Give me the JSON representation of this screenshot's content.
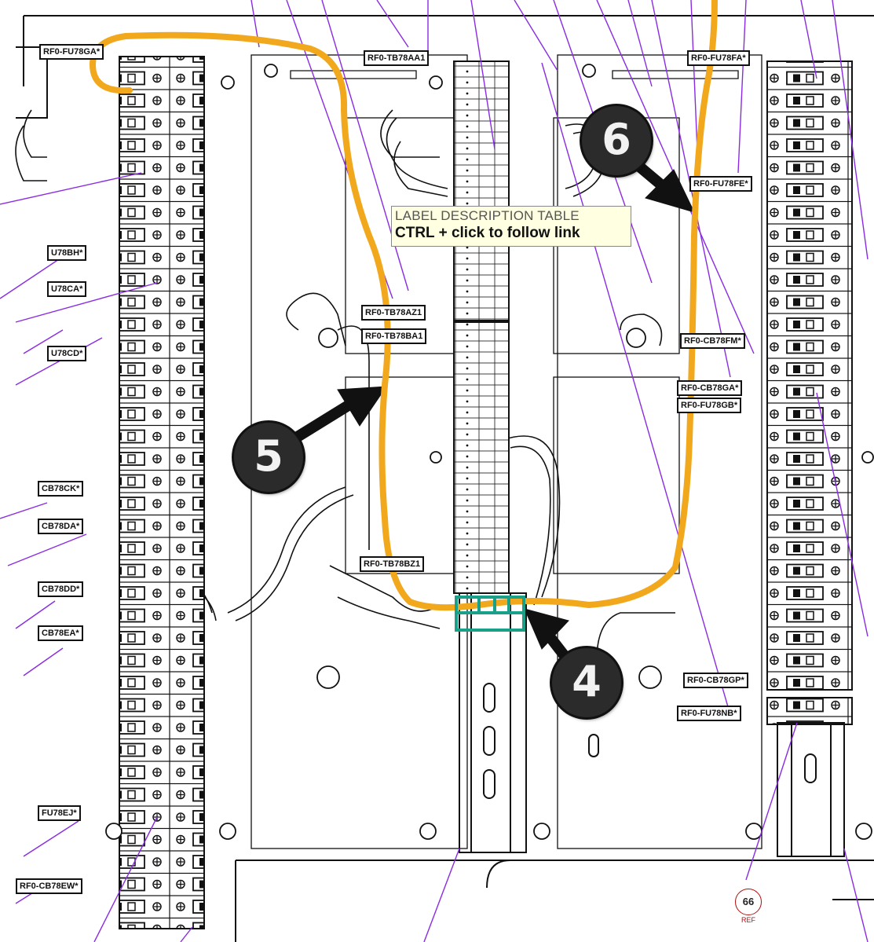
{
  "tooltip": {
    "title": "LABEL DESCRIPTION TABLE",
    "hint": "CTRL + click to follow link"
  },
  "callouts": {
    "c4": "4",
    "c5": "5",
    "c6": "6"
  },
  "reference": {
    "number": "66",
    "label": "REF"
  },
  "labels": {
    "l01": "RF0-FU78GA*",
    "l02": "RF0-TB78AA1",
    "l03": "RF0-FU78FA*",
    "l04": "RF0-FU78FE*",
    "l05": "U78BH*",
    "l06": "U78CA*",
    "l07": "U78CD*",
    "l08": "RF0-TB78AZ1",
    "l09": "RF0-TB78BA1",
    "l10": "RF0-CB78FM*",
    "l11": "RF0-CB78GA*",
    "l12": "RF0-FU78GB*",
    "l13": "CB78CK*",
    "l14": "CB78DA*",
    "l15": "CB78DD*",
    "l16": "CB78EA*",
    "l17": "RF0-TB78BZ1",
    "l18": "RF0-CB78GP*",
    "l19": "RF0-FU78NB*",
    "l20": "FU78EJ*",
    "l21": "RF0-CB78EW*"
  },
  "colors": {
    "route_highlight": "#f2a81d",
    "din_clip_highlight": "#1aa088",
    "leader_lines": "#8a2be2",
    "callout_fill": "#2b2b2b",
    "tooltip_bg": "#ffffe1",
    "reference_ring": "#b01010"
  }
}
